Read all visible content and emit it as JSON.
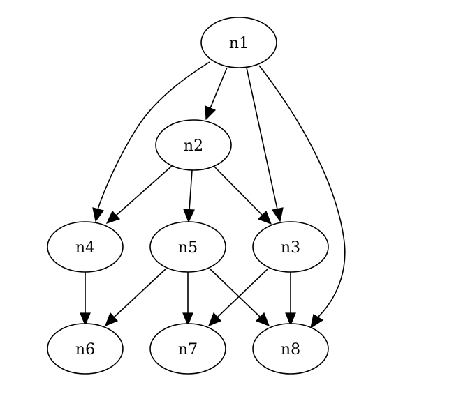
{
  "graph": {
    "nodes": [
      {
        "id": "n1",
        "label": "n1"
      },
      {
        "id": "n2",
        "label": "n2"
      },
      {
        "id": "n3",
        "label": "n3"
      },
      {
        "id": "n4",
        "label": "n4"
      },
      {
        "id": "n5",
        "label": "n5"
      },
      {
        "id": "n6",
        "label": "n6"
      },
      {
        "id": "n7",
        "label": "n7"
      },
      {
        "id": "n8",
        "label": "n8"
      }
    ],
    "edges": [
      {
        "from": "n1",
        "to": "n2"
      },
      {
        "from": "n1",
        "to": "n4"
      },
      {
        "from": "n1",
        "to": "n3"
      },
      {
        "from": "n1",
        "to": "n8"
      },
      {
        "from": "n2",
        "to": "n4"
      },
      {
        "from": "n2",
        "to": "n5"
      },
      {
        "from": "n2",
        "to": "n3"
      },
      {
        "from": "n4",
        "to": "n6"
      },
      {
        "from": "n5",
        "to": "n6"
      },
      {
        "from": "n5",
        "to": "n7"
      },
      {
        "from": "n5",
        "to": "n8"
      },
      {
        "from": "n3",
        "to": "n7"
      },
      {
        "from": "n3",
        "to": "n8"
      }
    ],
    "colors": {
      "stroke": "#000000",
      "node_fill": "#ffffff",
      "background": "#ffffff"
    }
  }
}
